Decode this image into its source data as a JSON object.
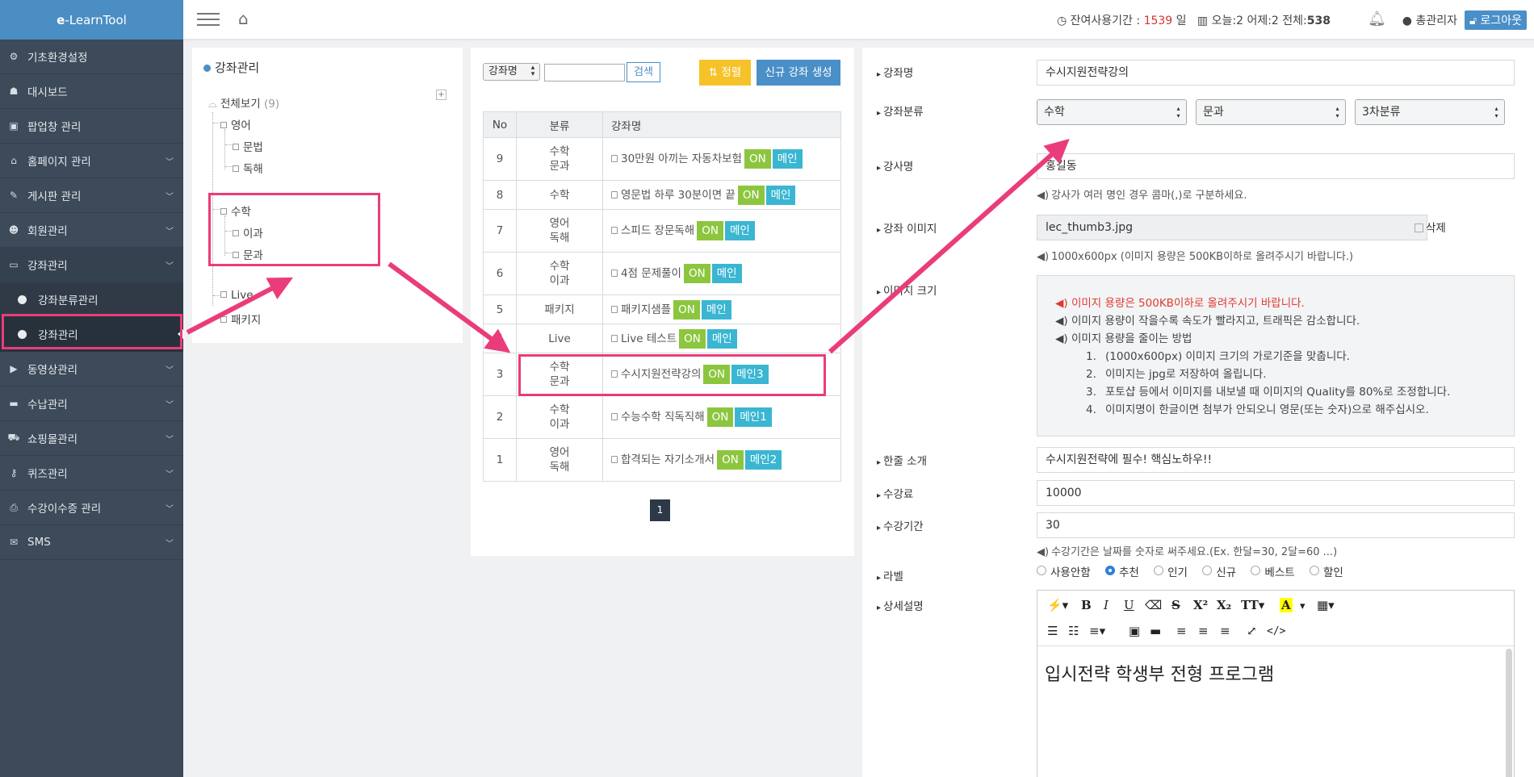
{
  "sidebar": {
    "logo": {
      "prefix": "e",
      "rest": "-LearnTool"
    },
    "items": [
      {
        "label": "기초환경설정",
        "icon": "gears-icon"
      },
      {
        "label": "대시보드",
        "icon": "sitemap-icon"
      },
      {
        "label": "팝업창 관리",
        "icon": "image-icon"
      },
      {
        "label": "홈페이지 관리",
        "icon": "home-icon"
      },
      {
        "label": "게시판 관리",
        "icon": "pencil-icon"
      },
      {
        "label": "회원관리",
        "icon": "users-icon"
      },
      {
        "label": "강좌관리",
        "icon": "folder-open-icon"
      },
      {
        "label": "강좌분류관리"
      },
      {
        "label": "강좌관리"
      },
      {
        "label": "동영상관리",
        "icon": "video-icon"
      },
      {
        "label": "수납관리",
        "icon": "credit-card-icon"
      },
      {
        "label": "쇼핑몰관리",
        "icon": "cart-icon"
      },
      {
        "label": "퀴즈관리",
        "icon": "key-icon"
      },
      {
        "label": "수강이수증 관리",
        "icon": "print-icon"
      },
      {
        "label": "SMS",
        "icon": "envelope-icon"
      }
    ]
  },
  "header": {
    "remaining_label": "잔여사용기간 : ",
    "remaining_days": "1539",
    "remaining_unit": " 일",
    "today": "오늘:2",
    "yesterday": "어제:2",
    "total_label": "전체:",
    "total_value": "538",
    "admin": "총관리자",
    "logout": "로그아웃"
  },
  "tree": {
    "title": "강좌관리",
    "view_all": "전체보기",
    "view_all_count": "(9)",
    "nodes": [
      "영어",
      "문법",
      "독해",
      "수학",
      "이과",
      "문과",
      "Live",
      "패키지"
    ]
  },
  "list": {
    "search_select": "강좌명",
    "search_btn": "검색",
    "sort_btn": "정렬",
    "new_btn": "신규 강좌 생성",
    "headers": [
      "No",
      "분류",
      "강좌명"
    ],
    "rows": [
      {
        "no": "9",
        "cat1": "수학",
        "cat2": "문과",
        "name": "30만원 아끼는 자동차보험",
        "on": "ON",
        "main": "메인"
      },
      {
        "no": "8",
        "cat1": "수학",
        "cat2": "",
        "name": "영문법 하루 30분이면 끝",
        "on": "ON",
        "main": "메인"
      },
      {
        "no": "7",
        "cat1": "영어",
        "cat2": "독해",
        "name": "스피드 장문독해",
        "on": "ON",
        "main": "메인"
      },
      {
        "no": "6",
        "cat1": "수학",
        "cat2": "이과",
        "name": "4점 문제풀이",
        "on": "ON",
        "main": "메인"
      },
      {
        "no": "5",
        "cat1": "패키지",
        "cat2": "",
        "name": "패키지샘플",
        "on": "ON",
        "main": "메인"
      },
      {
        "no": "4",
        "cat1": "Live",
        "cat2": "",
        "name": "Live 테스트",
        "on": "ON",
        "main": "메인"
      },
      {
        "no": "3",
        "cat1": "수학",
        "cat2": "문과",
        "name": "수시지원전략강의",
        "on": "ON",
        "main": "메인3"
      },
      {
        "no": "2",
        "cat1": "수학",
        "cat2": "이과",
        "name": "수능수학 직독직해",
        "on": "ON",
        "main": "메인1"
      },
      {
        "no": "1",
        "cat1": "영어",
        "cat2": "독해",
        "name": "합격되는 자기소개서",
        "on": "ON",
        "main": "메인2"
      }
    ],
    "page": "1"
  },
  "form": {
    "course_name_label": "강좌명",
    "course_name": "수시지원전략강의",
    "category_label": "강좌분류",
    "category1": "수학",
    "category2": "문과",
    "category3": "3차분류",
    "teacher_label": "강사명",
    "teacher": "홍길동",
    "teacher_help": "강사가 여러 명인 경우 콤마(,)로 구분하세요.",
    "image_label": "강좌 이미지",
    "image_file": "lec_thumb3.jpg",
    "delete_label": "삭제",
    "image_help": "1000x600px (이미지 용량은 500KB이하로 올려주시기 바랍니다.)",
    "size_label": "이미지 크기",
    "size_note1": "이미지 용량은 500KB이하로 올려주시기 바랍니다.",
    "size_note2": "이미지 용량이 작을수록 속도가 빨라지고, 트래픽은 감소합니다.",
    "size_note3": "이미지 용량을 줄이는 방법",
    "size_steps": [
      "(1000x600px) 이미지 크기의 가로기준을 맞춥니다.",
      "이미지는 jpg로 저장하여 올립니다.",
      "포토샵 등에서 이미지를 내보낼 때 이미지의 Quality를 80%로 조정합니다.",
      "이미지명이 한글이면 첨부가 안되오니 영문(또는 숫자)으로 해주십시오."
    ],
    "intro_label": "한줄 소개",
    "intro": "수시지원전략에 필수! 핵심노하우!!",
    "fee_label": "수강료",
    "fee": "10000",
    "period_label": "수강기간",
    "period": "30",
    "period_help": "수강기간은 날짜를 숫자로 써주세요.(Ex. 한달=30, 2달=60 ...)",
    "label_label": "라벨",
    "label_options": [
      "사용안함",
      "추천",
      "인기",
      "신규",
      "베스트",
      "할인"
    ],
    "detail_label": "상세설명",
    "editor_content": "입시전략 학생부 전형 프로그램"
  },
  "colors": {
    "sidebar_bg": "#3c4a5a",
    "logo_bg": "#4b8ec4",
    "accent_blue": "#4a8fc7",
    "on_green": "#8cc63e",
    "main_cyan": "#3ab6d2",
    "sort_yellow": "#f6c22a",
    "annotation_pink": "#ea3c7b"
  }
}
